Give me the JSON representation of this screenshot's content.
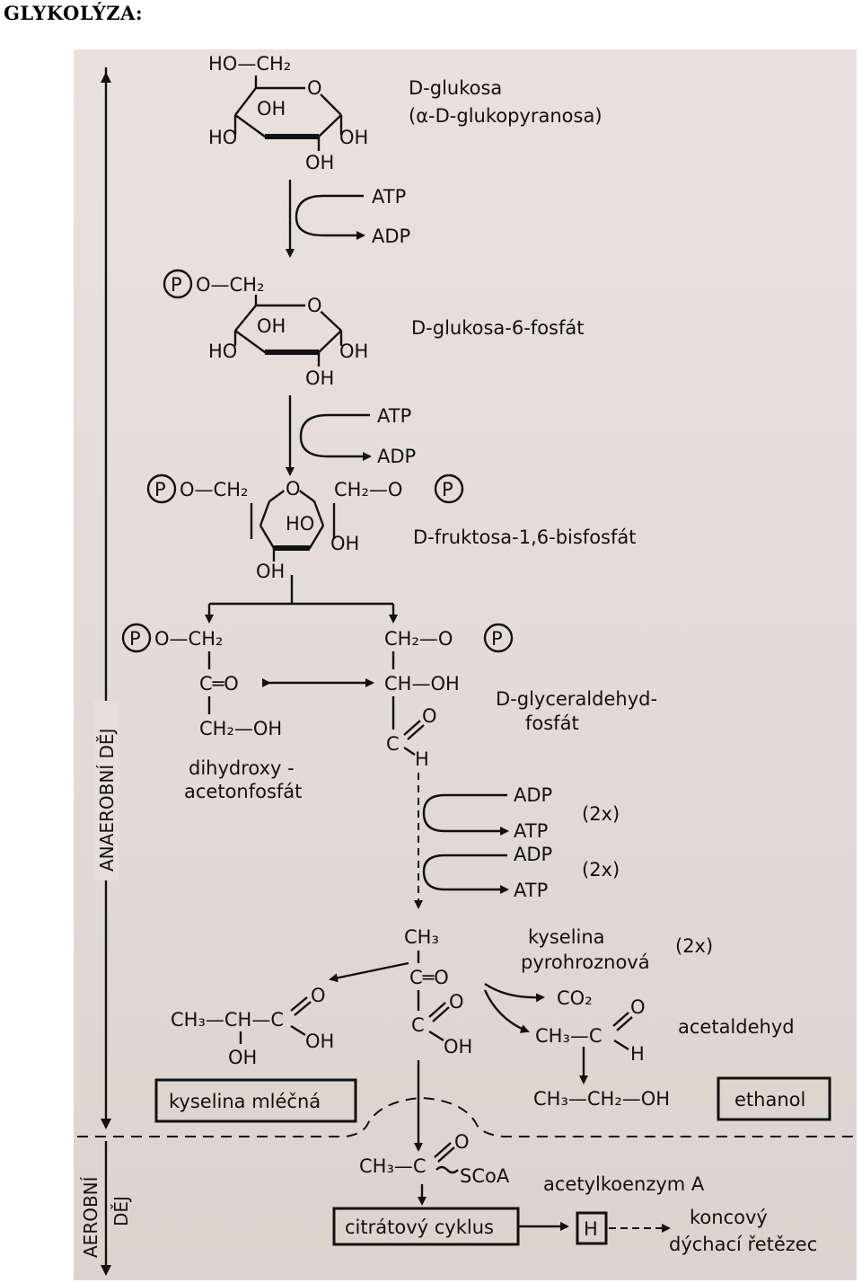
{
  "title": "GLYKOLÝZA:",
  "side_labels": {
    "anaerobic": "ANAEROBNÍ DĚJ",
    "aerobic_line1": "AEROBNÍ",
    "aerobic_line2": "DĚJ"
  },
  "compounds": {
    "glucose": {
      "name": "D-glukosa",
      "alt": "(α-D-glukopyranosa)",
      "ch2": "HO—CH₂",
      "oh_in": "OH",
      "ho_l": "HO",
      "oh_r": "OH",
      "oh_b": "OH"
    },
    "g6p": {
      "name": "D-glukosa-6-fosfát",
      "ch2": "O—CH₂",
      "oh_in": "OH",
      "ho_l": "HO",
      "oh_r": "OH",
      "oh_b": "OH"
    },
    "f16bp": {
      "name": "D-fruktosa-1,6-bisfosfát",
      "left": "O—CH₂",
      "right": "CH₂—O",
      "ho_in": "HO",
      "oh_r": "OH",
      "oh_b": "OH"
    },
    "dhap": {
      "name_line1": "dihydroxy -",
      "name_line2": "acetonfosfát",
      "top": "O—CH₂",
      "mid": "C═O",
      "bot": "CH₂—OH"
    },
    "gap": {
      "name_line1": "D-glyceraldehyd-",
      "name_line2": "fosfát",
      "top": "CH₂—O",
      "mid": "CH—OH",
      "c": "C",
      "o": "O",
      "h": "H"
    },
    "pyruvate": {
      "name_line1": "kyselina",
      "name_line2": "pyrohroznová",
      "count": "(2x)",
      "ch3": "CH₃",
      "co": "C═O",
      "c": "C",
      "o": "O",
      "oh": "OH"
    },
    "lactate": {
      "formula": "CH₃—CH—C",
      "o": "O",
      "oh": "OH",
      "oh_b": "OH",
      "box": "kyselina mléčná"
    },
    "acetaldehyde": {
      "name": "acetaldehyd",
      "formula": "CH₃—C",
      "o": "O",
      "h": "H",
      "co2": "CO₂"
    },
    "ethanol": {
      "formula": "CH₃—CH₂—OH",
      "box": "ethanol"
    },
    "acetylcoa": {
      "name": "acetylkoenzym A",
      "formula": "CH₃—C",
      "o": "O",
      "scoa": "SCoA"
    },
    "citrate": {
      "box": "citrátový cyklus"
    },
    "h": {
      "box": "H"
    },
    "chain": {
      "line1": "koncový",
      "line2": "dýchací řetězec"
    }
  },
  "cofactors": {
    "step1": {
      "in": "ATP",
      "out": "ADP"
    },
    "step2": {
      "in": "ATP",
      "out": "ADP"
    },
    "step3": {
      "in": "ADP",
      "out": "ATP",
      "count": "(2x)"
    },
    "step4": {
      "in": "ADP",
      "out": "ATP",
      "count": "(2x)"
    }
  },
  "phosphate_symbol": "P"
}
